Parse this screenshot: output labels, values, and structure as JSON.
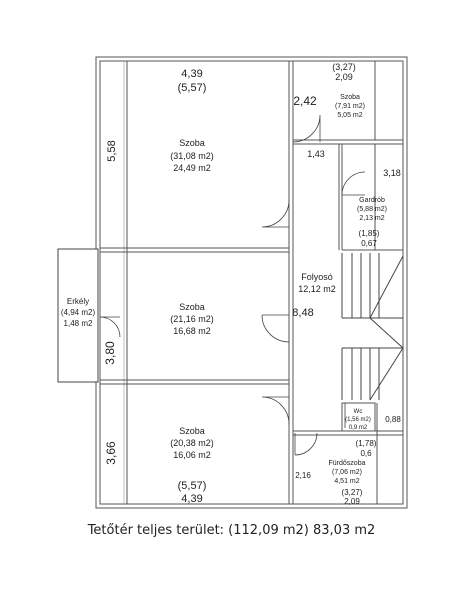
{
  "rooms": {
    "szoba_top_left": {
      "name": "Szoba",
      "gross": "(31,08 m2)",
      "net": "24,49 m2",
      "width": "4,39",
      "width_paren": "(5,57)",
      "depth": "5,58"
    },
    "szoba_middle_left": {
      "name": "Szoba",
      "gross": "(21,16 m2)",
      "net": "16,68 m2",
      "depth": "3,80"
    },
    "szoba_bottom_left": {
      "name": "Szoba",
      "gross": "(20,38 m2)",
      "net": "16,06 m2",
      "width_paren": "(5,57)",
      "width": "4,39",
      "depth": "3,66"
    },
    "szoba_top_right": {
      "name": "Szoba",
      "gross": "(7,91 m2)",
      "net": "5,05 m2",
      "width_paren": "(3,27)",
      "width": "2,09",
      "depth": "2,42"
    },
    "gardrob": {
      "name": "Gardrób",
      "gross": "(5,88 m2)",
      "net": "2,13 m2",
      "depth": "3,18",
      "width_paren": "(1,85)",
      "width": "0,67"
    },
    "folyoso": {
      "name": "Folyosó",
      "area": "12,12 m2",
      "length": "8,48",
      "width": "1,43"
    },
    "erkely": {
      "name": "Erkély",
      "gross": "(4,94 m2)",
      "net": "1,48 m2"
    },
    "wc": {
      "name": "Wc",
      "gross": "(1,56 m2)",
      "net": "0,9 m2",
      "depth": "0,88"
    },
    "furdoszoba": {
      "name": "Fürdőszoba",
      "gross": "(7,06 m2)",
      "net": "4,51 m2",
      "width_paren_top": "(1,78)",
      "width_top": "0,6",
      "depth": "2,16",
      "width_paren": "(3,27)",
      "width": "2,09"
    }
  },
  "total": "Tetőtér teljes terület: (112,09 m2) 83,03 m2"
}
